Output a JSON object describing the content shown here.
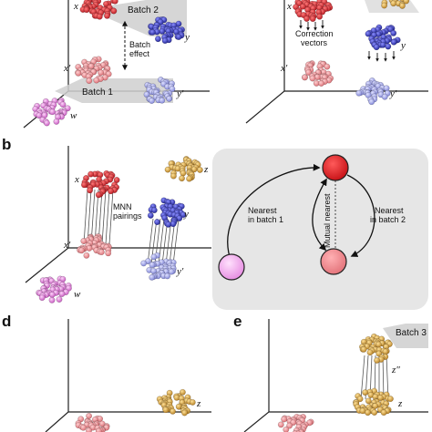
{
  "panels": {
    "a_top_left": {
      "batch2_label": "Batch 2",
      "batch1_label": "Batch 1",
      "batch_effect_label": [
        "Batch",
        "effect"
      ],
      "points": {
        "x": "x",
        "y": "y",
        "x_prime": "x′",
        "y_prime": "y′",
        "w": "w"
      }
    },
    "a_top_right": {
      "correction_label": [
        "Correction",
        "vectors"
      ],
      "points": {
        "x": "x",
        "y": "y",
        "x_prime": "x′",
        "y_prime": "y′"
      }
    },
    "b": {
      "letter": "b",
      "mnn_label": [
        "MNN",
        "pairings"
      ],
      "points": {
        "x": "x",
        "y": "y",
        "z": "z",
        "x_prime": "x′",
        "y_prime": "y′",
        "w": "w"
      }
    },
    "c_inset": {
      "nearest_batch1": [
        "Nearest",
        "in batch 1"
      ],
      "nearest_batch2": [
        "Nearest",
        "in batch 2"
      ],
      "mutual_nearest": "Mutual nearest"
    },
    "d": {
      "letter": "d",
      "points": {
        "z": "z"
      }
    },
    "e": {
      "letter": "e",
      "batch3_label": "Batch 3",
      "points": {
        "z": "z",
        "z_dprime": "z″"
      }
    }
  },
  "colors": {
    "red": "#d8242c",
    "blue": "#3a3fc4",
    "light_red": "#e98b8f",
    "light_blue": "#9ea3e6",
    "pink": "#e27fdc",
    "gold": "#d9a441",
    "inset_bg": "#e6e6e6"
  }
}
